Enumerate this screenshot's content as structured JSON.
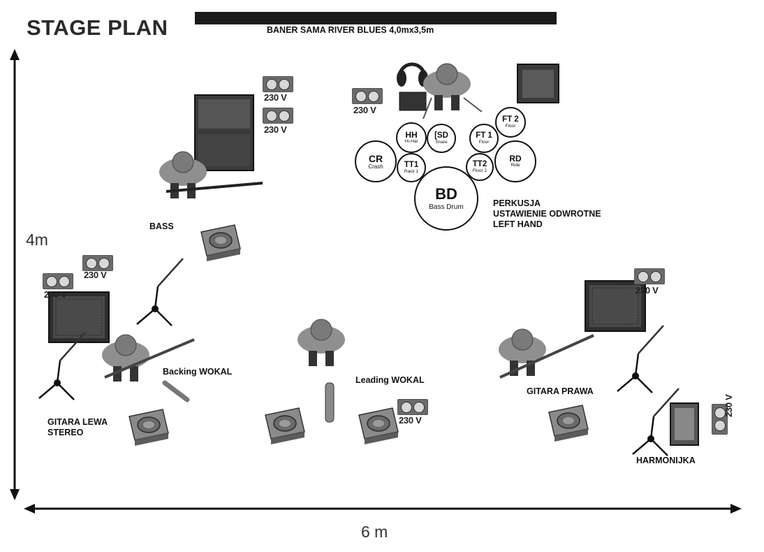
{
  "title": "STAGE PLAN",
  "banner": "BANER SAMA RIVER BLUES  4,0mx3,5m",
  "dimensions": {
    "height": "4m",
    "width": "6 m"
  },
  "voltage": "230 V",
  "labels": {
    "bass": "BASS",
    "drums_line1": "PERKUSJA",
    "drums_line2": "USTAWIENIE ODWROTNE",
    "drums_line3": "LEFT HAND",
    "backing_vocal": "Backing WOKAL",
    "leading_vocal": "Leading WOKAL",
    "guitar_left_line1": "GITARA LEWA",
    "guitar_left_line2": "STEREO",
    "guitar_right": "GITARA PRAWA",
    "harmonica": "HARMONIJKA"
  },
  "drums": {
    "crash": {
      "name": "CR",
      "sub": "Crash"
    },
    "hihat": {
      "name": "HH",
      "sub": "Hi-Hat"
    },
    "snare": {
      "name": "[SD",
      "sub": "Snare"
    },
    "tom1": {
      "name": "TT1",
      "sub": "Rack 1"
    },
    "floor1": {
      "name": "FT 1",
      "sub": "Floor"
    },
    "floor2": {
      "name": "FT 2",
      "sub": "Floor"
    },
    "tom2": {
      "name": "TT2",
      "sub": "Floor 2"
    },
    "ride": {
      "name": "RD",
      "sub": "Ride"
    },
    "bass": {
      "name": "BD",
      "sub": "Bass Drum"
    }
  }
}
